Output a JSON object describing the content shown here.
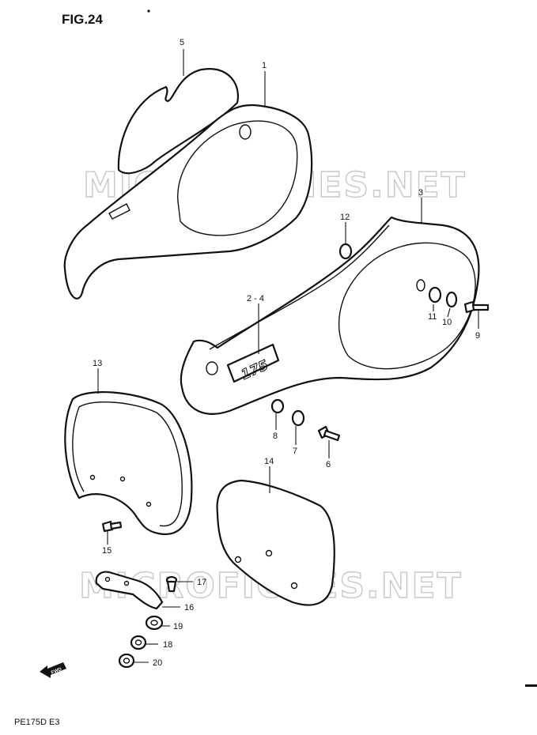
{
  "figure": {
    "title": "FIG.24",
    "model_code": "PE175D  E3"
  },
  "watermarks": [
    "MICROFICHES.NET",
    "MICROFICHES.NET"
  ],
  "emblem_text": "175",
  "arrow_label": "FWD",
  "callouts": [
    {
      "id": "c1",
      "text": "1"
    },
    {
      "id": "c2",
      "text": "2 - 4"
    },
    {
      "id": "c3",
      "text": "3"
    },
    {
      "id": "c5",
      "text": "5"
    },
    {
      "id": "c6",
      "text": "6"
    },
    {
      "id": "c7",
      "text": "7"
    },
    {
      "id": "c8",
      "text": "8"
    },
    {
      "id": "c9",
      "text": "9"
    },
    {
      "id": "c10",
      "text": "10"
    },
    {
      "id": "c11",
      "text": "11"
    },
    {
      "id": "c12",
      "text": "12"
    },
    {
      "id": "c13",
      "text": "13"
    },
    {
      "id": "c14",
      "text": "14"
    },
    {
      "id": "c15",
      "text": "15"
    },
    {
      "id": "c16",
      "text": "16"
    },
    {
      "id": "c17",
      "text": "17"
    },
    {
      "id": "c18",
      "text": "18"
    },
    {
      "id": "c19",
      "text": "19"
    },
    {
      "id": "c20",
      "text": "20"
    }
  ]
}
